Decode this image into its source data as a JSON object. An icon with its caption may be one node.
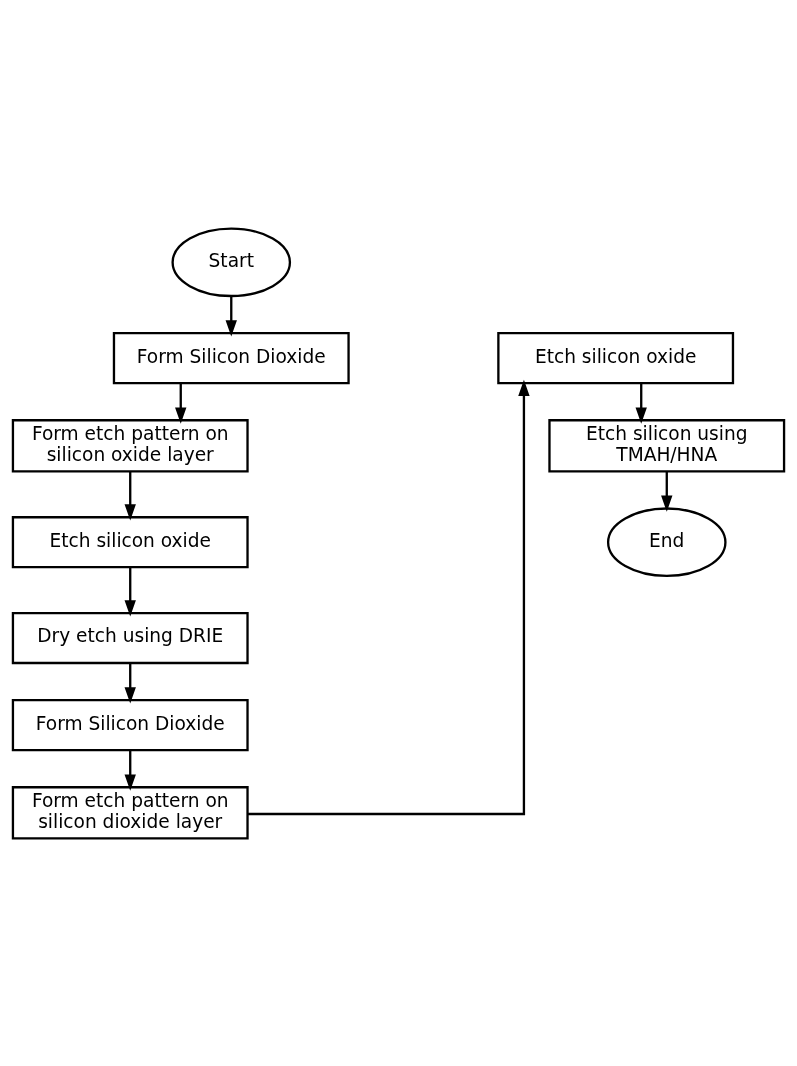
{
  "diagram": {
    "nodes": [
      {
        "text": [
          "Start"
        ]
      },
      {
        "text": [
          "Form Silicon Dioxide"
        ]
      },
      {
        "text": [
          "Form etch pattern on silicon oxide layer"
        ]
      },
      {
        "text": [
          "Etch silicon oxide"
        ]
      },
      {
        "text": [
          "Dry etch using DRIE"
        ]
      },
      {
        "text": [
          "Form Silicon Dioxide"
        ]
      },
      {
        "text": [
          "Form etch pattern on silicon dioxide layer"
        ]
      },
      {
        "text": [
          "Etch silicon oxide"
        ]
      },
      {
        "text": [
          "Etch silicon using TMAH/HNA"
        ]
      },
      {
        "text": [
          "End"
        ]
      }
    ],
    "edges": [
      {
        "from": 0,
        "to": 1,
        "arrow": "to"
      },
      {
        "from": 1,
        "to": 2,
        "arrow": "to"
      },
      {
        "from": 2,
        "to": 3,
        "arrow": "to"
      },
      {
        "from": 3,
        "to": 4,
        "arrow": "to"
      },
      {
        "from": 4,
        "to": 5,
        "arrow": "to"
      },
      {
        "from": 5,
        "to": 6,
        "arrow": "to"
      },
      {
        "from": 6,
        "to": 7,
        "arrow": "to"
      },
      {
        "from": 7,
        "to": 8,
        "arrow": "to"
      },
      {
        "from": 8,
        "to": 9,
        "arrow": "to"
      }
    ]
  }
}
